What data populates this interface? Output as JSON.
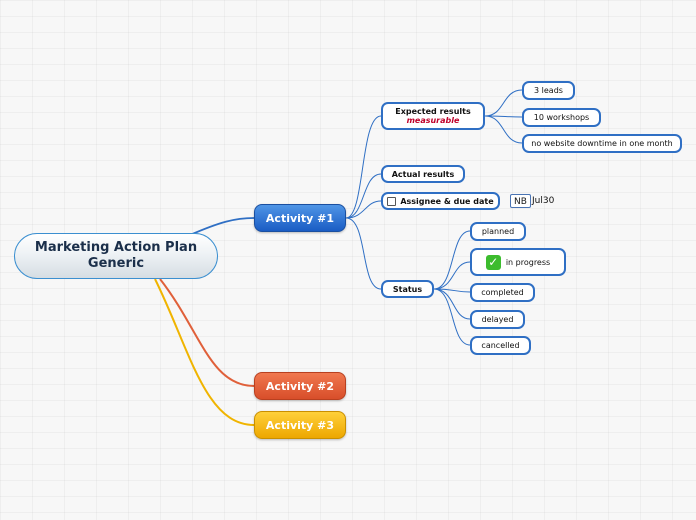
{
  "root": {
    "line1": "Marketing Action Plan",
    "line2": "Generic"
  },
  "activities": [
    {
      "label": "Activity #1",
      "color": "#1a5cc4"
    },
    {
      "label": "Activity #2",
      "color": "#d84e2a"
    },
    {
      "label": "Activity #3",
      "color": "#eda700"
    }
  ],
  "activity1": {
    "expected_results": {
      "title": "Expected results",
      "note": "measurable",
      "items": [
        "3 leads",
        "10 workshops",
        "no website downtime in one month"
      ]
    },
    "actual_results": {
      "title": "Actual results"
    },
    "assignee": {
      "title": "Assignee & due date",
      "tag": "NB",
      "due": "Jul30",
      "icon": "checkbox-icon"
    },
    "status": {
      "title": "Status",
      "items": [
        "planned",
        "in progress",
        "completed",
        "delayed",
        "cancelled"
      ],
      "checked_item": "in progress",
      "checked_icon": "green-checkmark-icon"
    }
  },
  "colors": {
    "link_blue": "#2f6fc4",
    "link_orange": "#e0603a",
    "link_yellow": "#f0b400"
  }
}
